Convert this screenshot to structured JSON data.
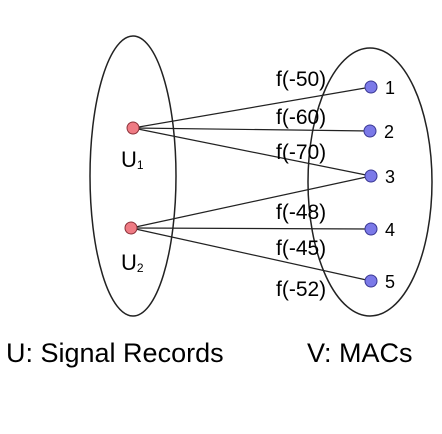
{
  "diagram": {
    "left_nodes": [
      {
        "id": "U1",
        "base": "U",
        "sub": "1",
        "color": "#ef7b84"
      },
      {
        "id": "U2",
        "base": "U",
        "sub": "2",
        "color": "#ef7b84"
      }
    ],
    "right_nodes": [
      {
        "id": "1",
        "label": "1",
        "color": "#7b79e8"
      },
      {
        "id": "2",
        "label": "2",
        "color": "#7b79e8"
      },
      {
        "id": "3",
        "label": "3",
        "color": "#7b79e8"
      },
      {
        "id": "4",
        "label": "4",
        "color": "#7b79e8"
      },
      {
        "id": "5",
        "label": "5",
        "color": "#7b79e8"
      }
    ],
    "edges": [
      {
        "from": "U1",
        "to": "1",
        "label": "f(-50)"
      },
      {
        "from": "U1",
        "to": "2",
        "label": "f(-60)"
      },
      {
        "from": "U1",
        "to": "3",
        "label": "f(-70)"
      },
      {
        "from": "U2",
        "to": "3",
        "label": "f(-48)"
      },
      {
        "from": "U2",
        "to": "4",
        "label": "f(-45)"
      },
      {
        "from": "U2",
        "to": "5",
        "label": "f(-52)"
      }
    ],
    "left_caption": "U: Signal Records",
    "right_caption": "V: MACs"
  }
}
